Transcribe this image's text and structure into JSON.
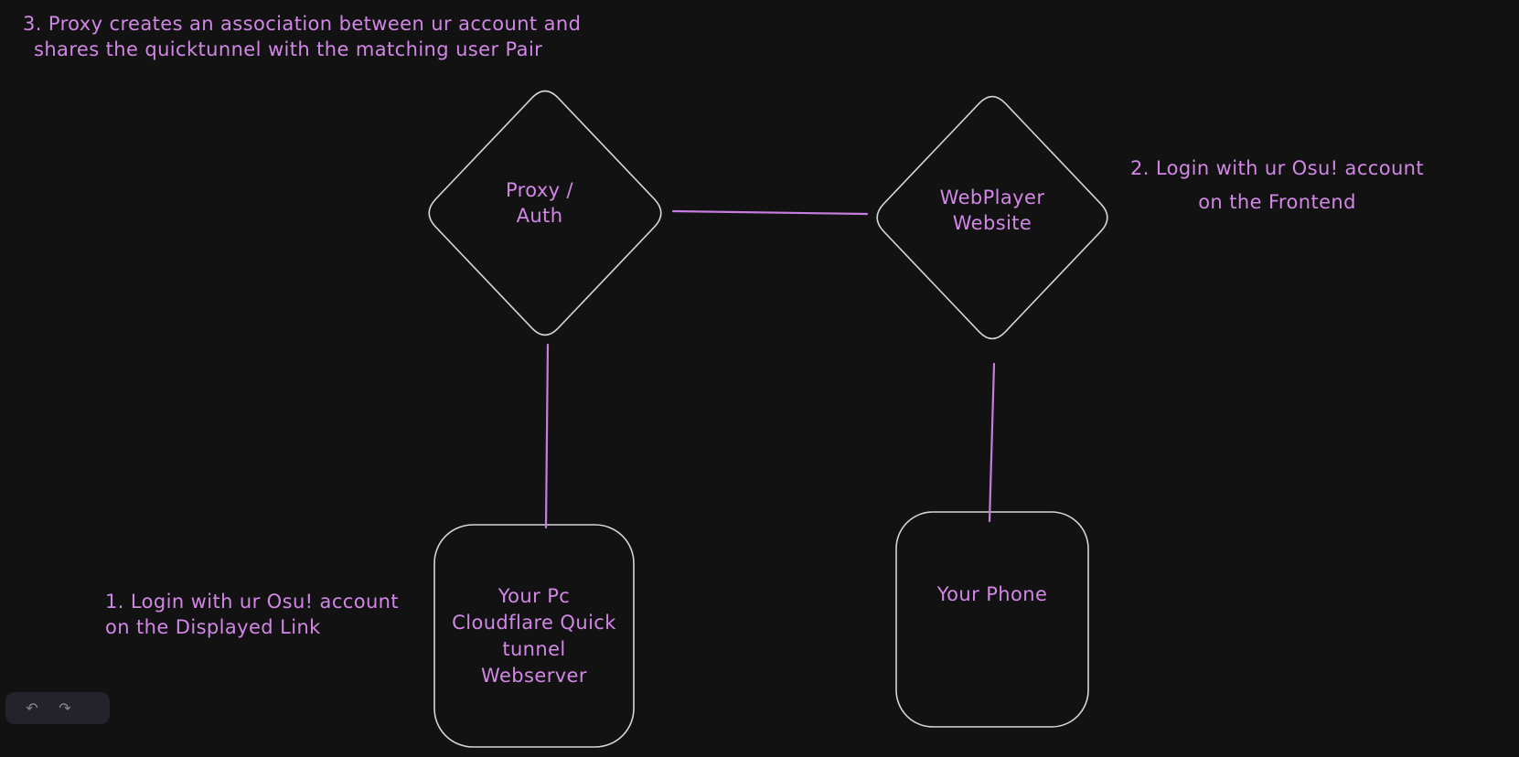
{
  "canvas": {
    "background": "#121212",
    "shape_stroke_color": "#d2d6db",
    "text_color": "#d287e6",
    "connector_color": "#c77ce0"
  },
  "annotations": {
    "note1": {
      "line1": "1. Login with ur Osu! account",
      "line2": "on the Displayed Link"
    },
    "note2": {
      "line1": "2. Login with ur Osu! account",
      "line2": "on the Frontend"
    },
    "note3": {
      "line1": "3. Proxy creates an association between ur account and",
      "line2": "shares the quicktunnel with the matching user Pair"
    }
  },
  "shapes": {
    "proxy_diamond": {
      "label_line1": "Proxy /",
      "label_line2": "Auth"
    },
    "webplayer_diamond": {
      "label_line1": "WebPlayer",
      "label_line2": "Website"
    },
    "pc_rect": {
      "label_line1": "Your Pc",
      "label_line2": "Cloudflare Quick",
      "label_line3": "tunnel",
      "label_line4": "Webserver"
    },
    "phone_rect": {
      "label": "Your Phone"
    }
  },
  "toolbar": {
    "undo_icon": "↶",
    "redo_icon": "↷"
  }
}
